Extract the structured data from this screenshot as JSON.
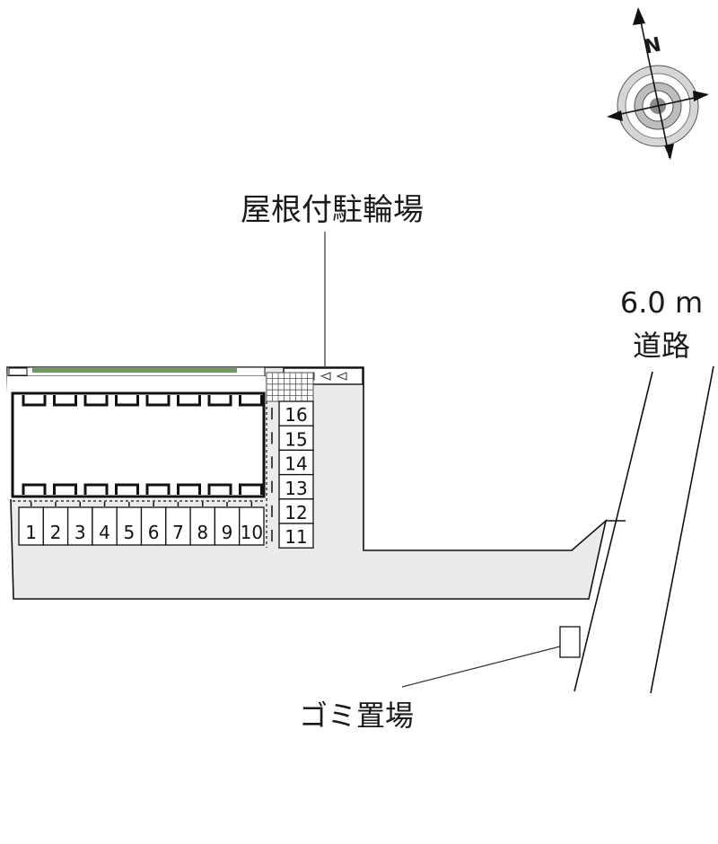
{
  "compass": {
    "label": "N"
  },
  "labels": {
    "bicycle_parking": "屋根付駐輪場",
    "road_width": "6.0 m",
    "road_name": "道路",
    "garbage": "ゴミ置場"
  },
  "parking": {
    "bottom_row": [
      "1",
      "2",
      "3",
      "4",
      "5",
      "6",
      "7",
      "8",
      "9",
      "10"
    ],
    "right_column": [
      "16",
      "15",
      "14",
      "13",
      "12",
      "11"
    ]
  },
  "colors": {
    "lot_fill": "#ebebeb",
    "line": "#111111",
    "hedge": "#3a7a2a"
  }
}
